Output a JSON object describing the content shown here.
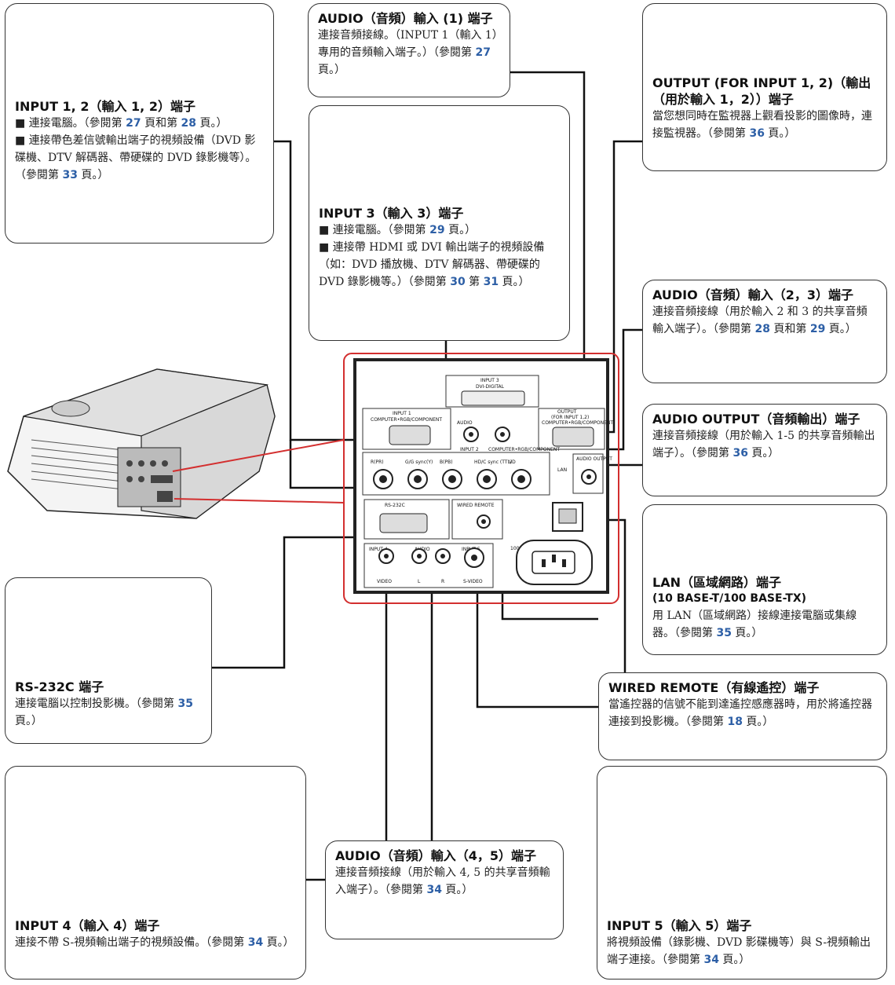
{
  "callouts": {
    "input12": {
      "title": "INPUT 1, 2（輸入 1, 2）端子",
      "items": [
        [
          "連接電腦。（參閱第 ",
          "27",
          " 頁和第 ",
          "28",
          " 頁。）"
        ],
        [
          "連接帶色差信號輸出端子的視頻設備（DVD 影碟機、DTV 解碼器、帶硬碟的 DVD 錄影機等）。（參閱第 ",
          "33",
          " 頁。）"
        ]
      ]
    },
    "audio1": {
      "title": "AUDIO（音頻）輸入 (1) 端子",
      "desc": [
        "連接音頻接線。（INPUT 1（輸入 1）專用的音頻輸入端子。）（參閱第 ",
        "27",
        " 頁。）"
      ]
    },
    "output": {
      "title": "OUTPUT (FOR INPUT 1, 2)（輸出（用於輸入 1，2））端子",
      "desc": [
        "當您想同時在監視器上觀看投影的圖像時，連接監視器。（參閱第 ",
        "36",
        " 頁。）"
      ]
    },
    "input3": {
      "title": "INPUT 3（輸入 3）端子",
      "items": [
        [
          "連接電腦。（參閱第 ",
          "29",
          " 頁。）"
        ],
        [
          "連接帶 HDMI 或 DVI 輸出端子的視頻設備（如：DVD 播放機、DTV 解碼器、帶硬碟的 DVD 錄影機等。）（參閱第 ",
          "30",
          " 第 ",
          "31",
          " 頁。）"
        ]
      ]
    },
    "audio23": {
      "title": "AUDIO（音頻）輸入（2，3）端子",
      "desc": [
        "連接音頻接線（用於輸入 2 和 3 的共享音頻輸入端子）。（參閱第 ",
        "28",
        " 頁和第 ",
        "29",
        " 頁。）"
      ]
    },
    "audioout": {
      "title": "AUDIO OUTPUT（音頻輸出）端子",
      "desc": [
        "連接音頻接線（用於輸入 1-5 的共享音頻輸出端子）。（參閱第 ",
        "36",
        " 頁。）"
      ]
    },
    "lan": {
      "title": "LAN（區域網路）端子",
      "subtitle": "(10 BASE-T/100 BASE-TX)",
      "desc": [
        "用 LAN（區域網路）接線連接電腦或集線器。（參閱第 ",
        "35",
        " 頁。）"
      ]
    },
    "wired": {
      "title": "WIRED REMOTE（有線遙控）端子",
      "desc": [
        "當遙控器的信號不能到達遙控感應器時，用於將遙控器連接到投影機。（參閱第 ",
        "18",
        " 頁。）"
      ]
    },
    "rs232c": {
      "title": "RS-232C 端子",
      "desc": [
        "連接電腦以控制投影機。（參閱第 ",
        "35",
        " 頁。）"
      ]
    },
    "input4": {
      "title": "INPUT 4（輸入 4）端子",
      "desc": [
        "連接不帶 S-視頻輸出端子的視頻設備。（參閱第 ",
        "34",
        " 頁。）"
      ]
    },
    "audio45": {
      "title": "AUDIO（音頻）輸入（4，5）端子",
      "desc": [
        "連接音頻接線（用於輸入 4, 5 的共享音頻輸入端子）。（參閱第 ",
        "34",
        " 頁。）"
      ]
    },
    "input5": {
      "title": "INPUT 5（輸入 5）端子",
      "desc": [
        "將視頻設備（錄影機、DVD 影碟機等）與 S-視頻輸出端子連接。（參閱第 ",
        "34",
        " 頁。）"
      ]
    }
  },
  "panel": {
    "input3": "INPUT 3",
    "dvi": "DVI-DIGITAL",
    "input1": "INPUT 1",
    "input1_sub": "COMPUTER•RGB/COMPONENT",
    "output": "OUTPUT",
    "output_sub1": "(FOR INPUT 1,2)",
    "output_sub2": "COMPUTER•RGB/COMPONENT",
    "audio": "AUDIO",
    "input2": "INPUT 2",
    "input2_sub": "COMPUTER•RGB/COMPONENT",
    "bnc": [
      "R(PR)",
      "G/G sync(Y)",
      "B(PB)",
      "HD/C sync (TTL)",
      "VD"
    ],
    "lan": "LAN",
    "audio_output": "AUDIO OUTPUT",
    "rs232c": "RS-232C",
    "wired_remote": "WIRED REMOTE",
    "input4": "INPUT 4",
    "video": "VIDEO",
    "audio45": "AUDIO",
    "input5": "INPUT 5",
    "svideo": "S-VIDEO",
    "lr": [
      "L",
      "R"
    ],
    "power": "100-240V~"
  },
  "colors": {
    "accent": "#2d5fa6",
    "frame": "#d32f2f"
  }
}
